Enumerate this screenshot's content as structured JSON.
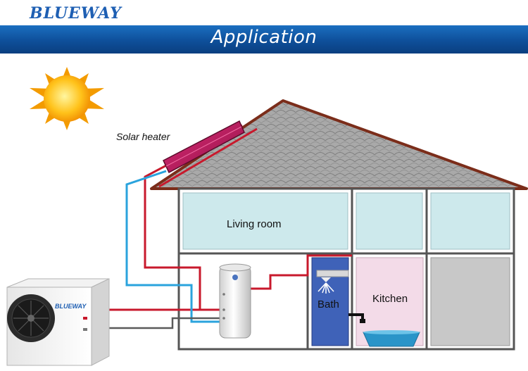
{
  "header": {
    "logo_text": "BLUEWAY",
    "title": "Application"
  },
  "labels": {
    "solar_heater": "Solar heater",
    "living_room": "Living room",
    "bath": "Bath",
    "kitchen": "Kitchen"
  },
  "icons": [
    "sun-icon",
    "solar-panel-icon",
    "heat-pump-unit-icon",
    "water-tank-icon",
    "shower-head-icon",
    "faucet-icon",
    "sink-icon"
  ],
  "colors": {
    "banner": "#0e4f9a",
    "roof": "#a8a8a8",
    "room_glass": "#cde9ec",
    "kitchen": "#f3dbe8",
    "bath": "#3f62b8",
    "hot_pipe": "#c8192c",
    "cold_pipe": "#2aa3dd"
  }
}
